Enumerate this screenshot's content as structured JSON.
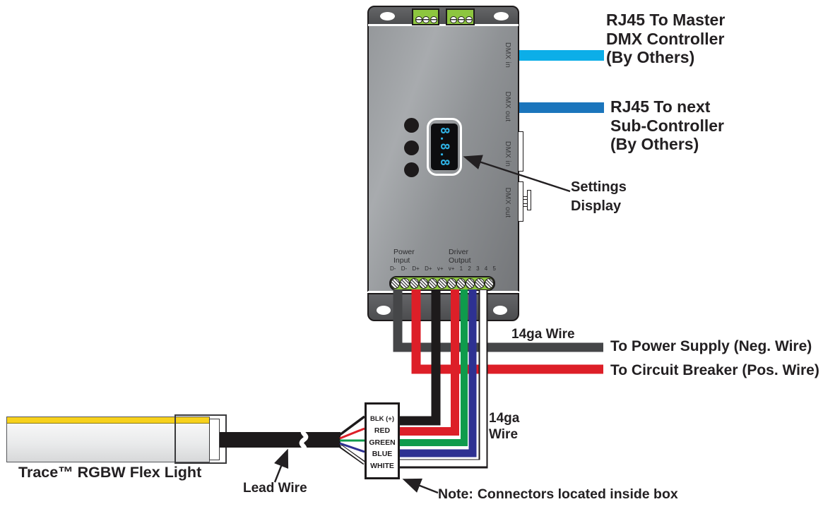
{
  "device": {
    "side_ports": [
      "DMX in",
      "DMX out",
      "DMX in",
      "DMX out"
    ],
    "display_value": "8.8.8",
    "power_input": [
      "Power",
      "Input"
    ],
    "driver_output": [
      "Driver",
      "Output"
    ],
    "terminals": [
      "D-",
      "D-",
      "D+",
      "D+",
      "v+",
      "v+",
      "1",
      "2",
      "3",
      "4",
      "5"
    ]
  },
  "annotations": {
    "rj45_master": [
      "RJ45 To Master",
      "DMX Controller",
      "(By Others)"
    ],
    "rj45_next": [
      "RJ45 To next",
      "Sub-Controller",
      "(By Others)"
    ],
    "settings_display": [
      "Settings",
      "Display"
    ],
    "wire_gauge_top": "14ga Wire",
    "power_supply": "To Power Supply (Neg. Wire)",
    "circuit_breaker": "To Circuit Breaker (Pos. Wire)",
    "wire_gauge_bottom": [
      "14ga",
      "Wire"
    ],
    "lead_wire": "Lead Wire",
    "flex_light": "Trace™ RGBW Flex Light",
    "note_label": "Note:",
    "note_rest": "Connectors located inside box"
  },
  "connector_box": {
    "labels": [
      "BLK (+)",
      "RED",
      "GREEN",
      "BLUE",
      "WHITE"
    ]
  },
  "colors": {
    "wire_black": "#1d1a1b",
    "wire_gray_neg": "#454648",
    "wire_red": "#dd1f28",
    "wire_green": "#0f9b4c",
    "wire_blue": "#2e3192",
    "wire_white": "#ffffff",
    "wire_dmx_in_cyan": "#0caee8",
    "wire_dmx_out_blue": "#1b75bc",
    "display_digits": "#2fb1e3",
    "terminal_green": "#8dc63f",
    "flex_yellow": "#f7d11c",
    "annotation_text": "#232022"
  }
}
